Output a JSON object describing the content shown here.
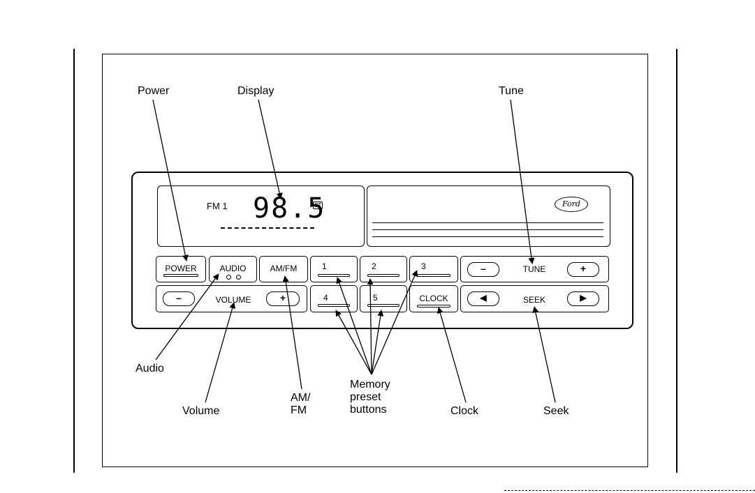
{
  "callouts": {
    "power": "Power",
    "display": "Display",
    "tune": "Tune",
    "audio": "Audio",
    "volume": "Volume",
    "am_fm": "AM/\nFM",
    "memory": "Memory\npreset\nbuttons",
    "clock": "Clock",
    "seek": "Seek"
  },
  "display": {
    "band": "FM 1",
    "frequency": "98.5",
    "stereo": "ST"
  },
  "logo": "Ford",
  "buttons": {
    "power": "POWER",
    "audio": "AUDIO",
    "am_fm": "AM/FM",
    "preset_1": "1",
    "preset_2": "2",
    "preset_3": "3",
    "preset_4": "4",
    "preset_5": "5",
    "clock": "CLOCK",
    "volume": "VOLUME",
    "volume_minus": "–",
    "volume_plus": "+",
    "tune": "TUNE",
    "tune_minus": "–",
    "tune_plus": "+",
    "seek": "SEEK",
    "seek_back": "◀",
    "seek_forward": "▶"
  }
}
